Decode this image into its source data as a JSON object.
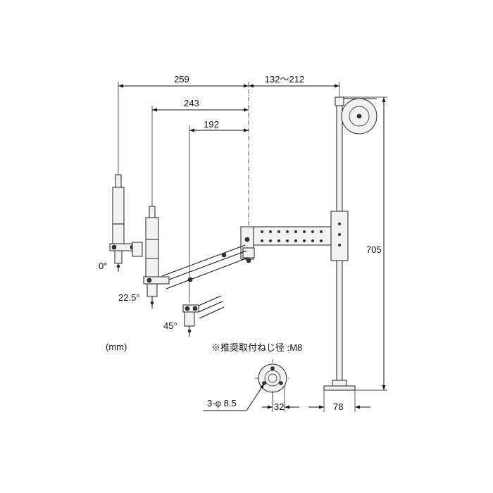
{
  "diagram": {
    "dimensions": {
      "d259": "259",
      "d243": "243",
      "d192": "192",
      "d132": "132～212",
      "d705": "705",
      "d32": "32",
      "d78": "78",
      "hole": "3-φ 8.5"
    },
    "angles": {
      "a0": "0°",
      "a225": "22.5°",
      "a45": "45°"
    },
    "unit": "(mm)",
    "note": "※推奨取付ねじ径 :M8"
  }
}
